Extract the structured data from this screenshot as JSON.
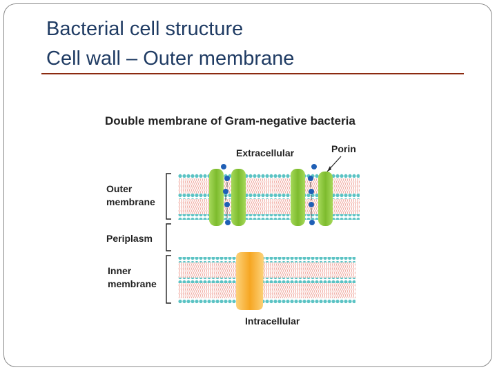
{
  "slide": {
    "title_line1": "Bacterial cell structure",
    "title_line2": "Cell wall – Outer membrane"
  },
  "diagram": {
    "heading": "Double membrane of Gram-negative bacteria",
    "labels": {
      "extracellular": "Extracellular",
      "porin": "Porin",
      "outer_membrane_1": "Outer",
      "outer_membrane_2": "membrane",
      "periplasm": "Periplasm",
      "inner_membrane_1": "Inner",
      "inner_membrane_2": "membrane",
      "intracellular": "Intracellular"
    },
    "colors": {
      "lipid_head": "#5cc3c4",
      "lipid_tail": "#f2b9b0",
      "porin": "#8cc63f",
      "membrane_protein": "#f9b233",
      "molecule": "#1f5fb5",
      "title_text": "#1f3b63",
      "rule": "#8b2a10"
    }
  }
}
